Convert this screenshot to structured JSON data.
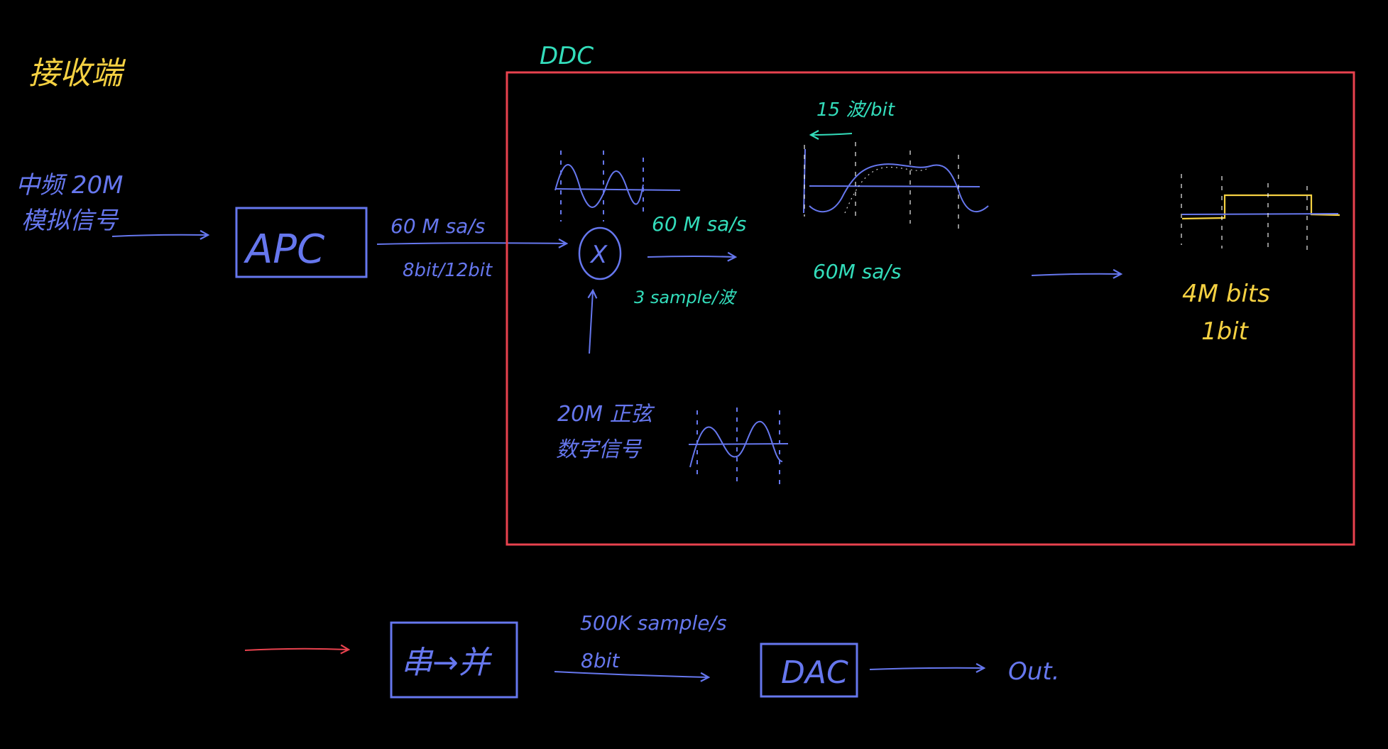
{
  "colors": {
    "background": "#000000",
    "yellow": "#f5d142",
    "blue": "#6677ee",
    "teal": "#33ddbb",
    "red": "#e8424e"
  },
  "title": "接收端",
  "input_signal": {
    "line1": "中频 20M",
    "line2": "模拟信号"
  },
  "adc_box": {
    "label": "APC"
  },
  "adc_output": {
    "rate": "60 M sa/s",
    "bits": "8bit/12bit"
  },
  "ddc": {
    "label": "DDC",
    "multiplier_symbol": "X",
    "mixer_output_rate": "60 M sa/s",
    "mixer_output_note": "3 sample/波",
    "sine_source_line1": "20M 正弦",
    "sine_source_line2": "数字信号",
    "filter_rate": "15 波/bit",
    "filter_output_rate": "60M sa/s",
    "bits_rate": "4M bits",
    "bits_unit": "1bit"
  },
  "serial_to_parallel": {
    "label": "串→并"
  },
  "dac_input": {
    "rate": "500K sample/s",
    "bits": "8bit"
  },
  "dac_box": {
    "label": "DAC"
  },
  "output_label": "Out."
}
